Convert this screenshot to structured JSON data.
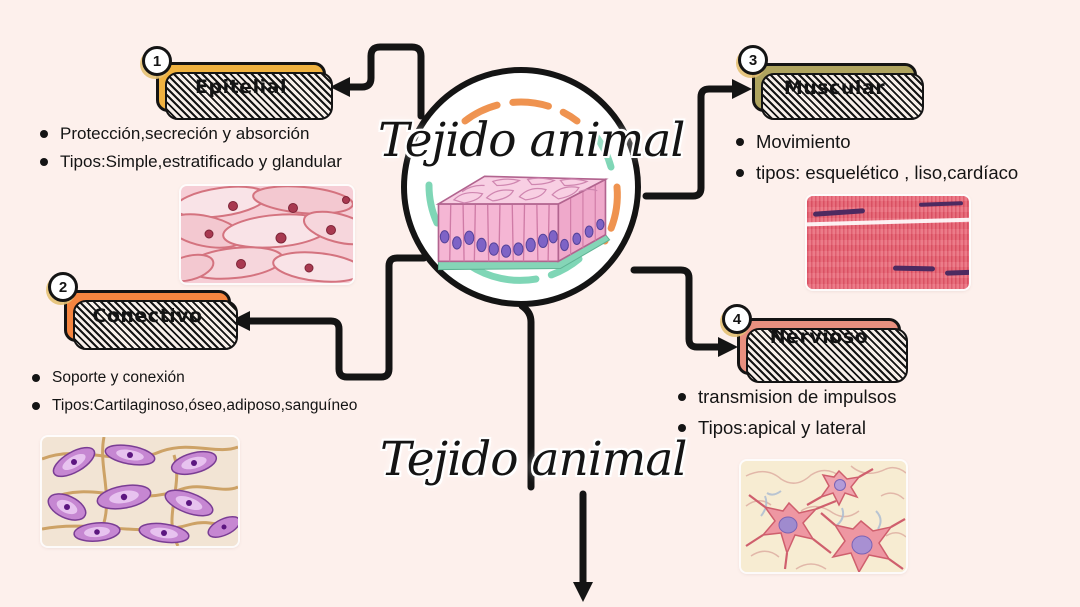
{
  "diagram": {
    "center_title": "Tejido animal",
    "bottom_title": "Tejido animal"
  },
  "branches": [
    {
      "number": "1",
      "label": "Epitelial",
      "color": "#f0b240",
      "bullets": [
        "Protección,secreción y absorción",
        "Tipos:Simple,estratificado y glandular"
      ],
      "image": "epithelial-tissue-micrograph"
    },
    {
      "number": "2",
      "label": "Conectivo",
      "color": "#f58540",
      "bullets": [
        "Soporte y conexión",
        "Tipos:Cartilaginoso,óseo,adiposo,sanguíneo"
      ],
      "image": "connective-tissue-micrograph"
    },
    {
      "number": "3",
      "label": "Muscular",
      "color": "#afa45f",
      "bullets": [
        "Movimiento",
        "tipos: esquelético , liso,cardíaco"
      ],
      "image": "muscle-tissue-micrograph"
    },
    {
      "number": "4",
      "label": "Nervioso",
      "color": "#e9907f",
      "bullets": [
        "transmision de impulsos",
        "Tipos:apical y lateral"
      ],
      "image": "nervous-tissue-micrograph"
    }
  ],
  "colors": {
    "background": "#fdf0ec",
    "line": "#141414",
    "arc_orange": "#ef9350",
    "arc_teal": "#7fd6b6",
    "hub_fill": "#ffffff"
  }
}
